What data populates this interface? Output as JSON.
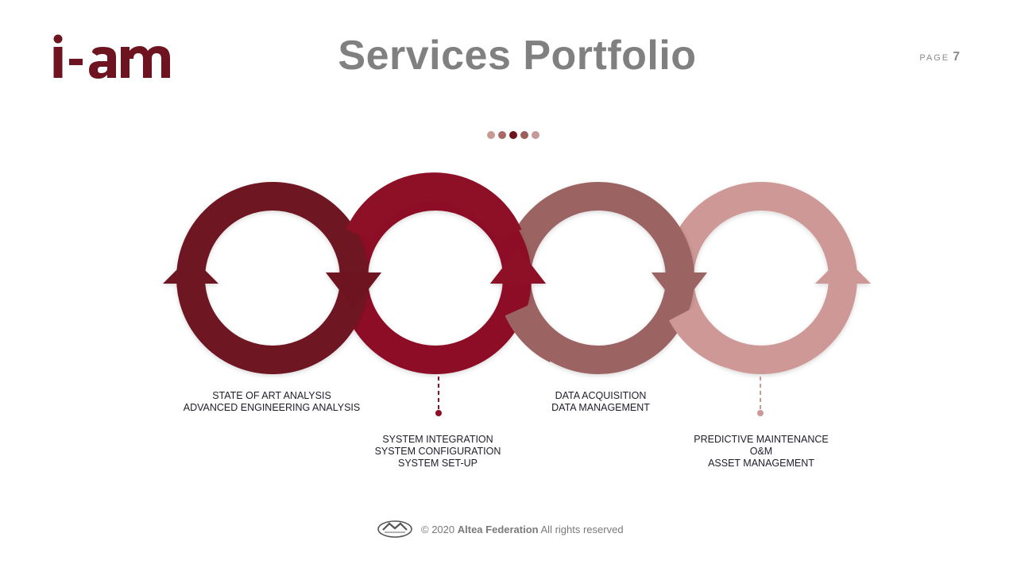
{
  "logo": {
    "text": "i-am",
    "color": "#6e1420"
  },
  "title": "Services Portfolio",
  "page": {
    "label": "PAGE",
    "number": "7"
  },
  "dots": [
    "#c79a98",
    "#a86a68",
    "#6e1420",
    "#9b5f5c",
    "#c79a98"
  ],
  "colors": {
    "circle1": "#6e1420",
    "circle2": "#8e1026",
    "circle3": "#9b6462",
    "circle4": "#cd9896"
  },
  "labels": [
    {
      "lines": [
        "STATE OF ART ANALYSIS",
        "ADVANCED ENGINEERING ANALYSIS"
      ]
    },
    {
      "lines": [
        "SYSTEM INTEGRATION",
        "SYSTEM CONFIGURATION",
        "SYSTEM SET-UP"
      ]
    },
    {
      "lines": [
        "DATA ACQUISITION",
        "DATA MANAGEMENT"
      ]
    },
    {
      "lines": [
        "PREDICTIVE MAINTENANCE",
        "O&M",
        "ASSET MANAGEMENT"
      ]
    }
  ],
  "footer": {
    "logo_icon": "altea-logo-icon",
    "copyright": "© 2020",
    "brand": "Altea Federation",
    "rights": "All rights reserved"
  }
}
